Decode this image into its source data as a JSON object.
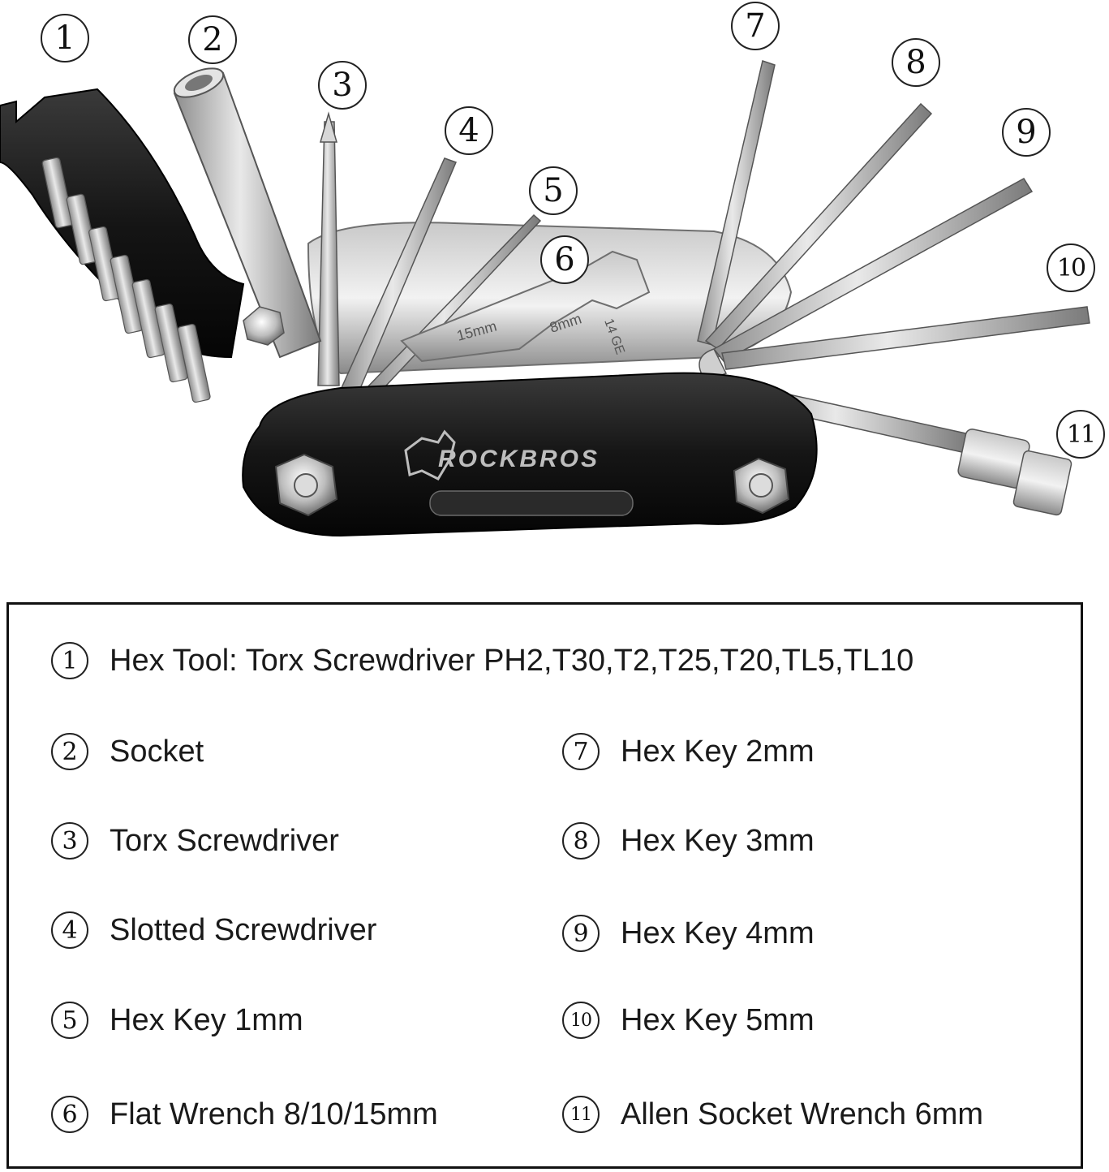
{
  "illustration": {
    "brand_logo_text": "ROCKBROS",
    "wrench_markings": [
      "15mm",
      "8mm",
      "14 GE"
    ],
    "callouts": [
      "1",
      "2",
      "3",
      "4",
      "5",
      "6",
      "7",
      "8",
      "9",
      "10",
      "11"
    ]
  },
  "legend": {
    "items": [
      {
        "num": "1",
        "label": "Hex Tool: Torx Screwdriver PH2,T30,T2,T25,T20,TL5,TL10"
      },
      {
        "num": "2",
        "label": "Socket"
      },
      {
        "num": "3",
        "label": "Torx Screwdriver"
      },
      {
        "num": "4",
        "label": "Slotted Screwdriver"
      },
      {
        "num": "5",
        "label": "Hex Key 1mm"
      },
      {
        "num": "6",
        "label": "Flat Wrench 8/10/15mm"
      },
      {
        "num": "7",
        "label": "Hex Key 2mm"
      },
      {
        "num": "8",
        "label": "Hex Key 3mm"
      },
      {
        "num": "9",
        "label": "Hex Key 4mm"
      },
      {
        "num": "10",
        "label": "Hex Key 5mm"
      },
      {
        "num": "11",
        "label": "Allen Socket Wrench 6mm"
      }
    ]
  }
}
